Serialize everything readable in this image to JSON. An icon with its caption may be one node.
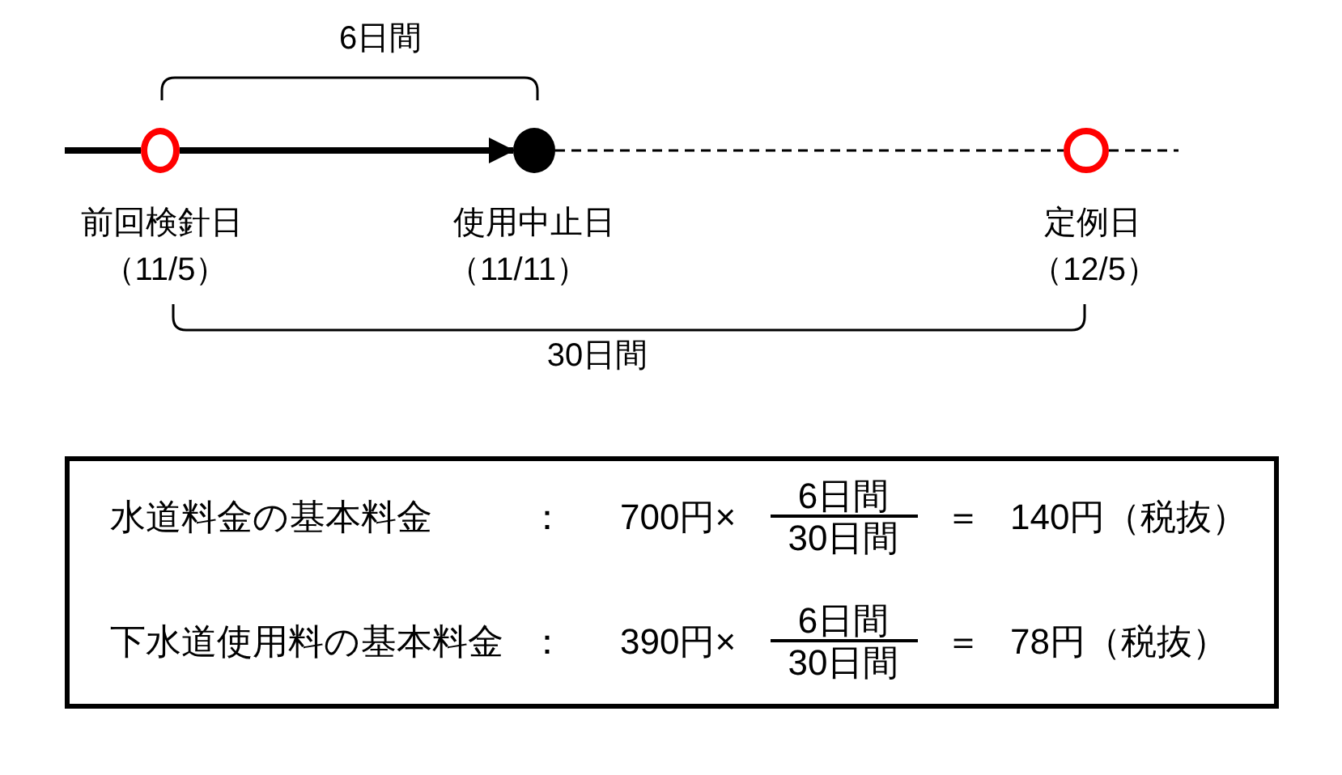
{
  "diagram": {
    "nodes": [
      {
        "text": [],
        "shape": "circle",
        "beside": [
          "前回検針日",
          "（11/5）"
        ]
      },
      {
        "text": [],
        "shape": "circle",
        "beside": [
          "使用中止日",
          "（11/11）"
        ]
      },
      {
        "text": [],
        "shape": "circle",
        "beside": [
          "定例日",
          "（12/5）"
        ]
      },
      {
        "text": [
          "水道料金の基本料金",
          "：",
          "700円×",
          "6日間",
          "30日間",
          "＝",
          "140円（税抜）",
          "下水道使用料の基本料金",
          "：",
          "390円×",
          "6日間",
          "30日間",
          "＝",
          "78円（税抜）"
        ]
      }
    ],
    "edges": [
      {
        "from": null,
        "to": 0,
        "arrow": "none",
        "style": "thick"
      },
      {
        "from": 0,
        "to": 1,
        "arrow": "to",
        "style": "thick"
      },
      {
        "from": 1,
        "to": 2,
        "arrow": "none",
        "style": "dashed"
      },
      {
        "from": 2,
        "to": null,
        "arrow": "none",
        "style": "dashed"
      }
    ],
    "labels": [
      "6日間",
      "30日間"
    ]
  }
}
